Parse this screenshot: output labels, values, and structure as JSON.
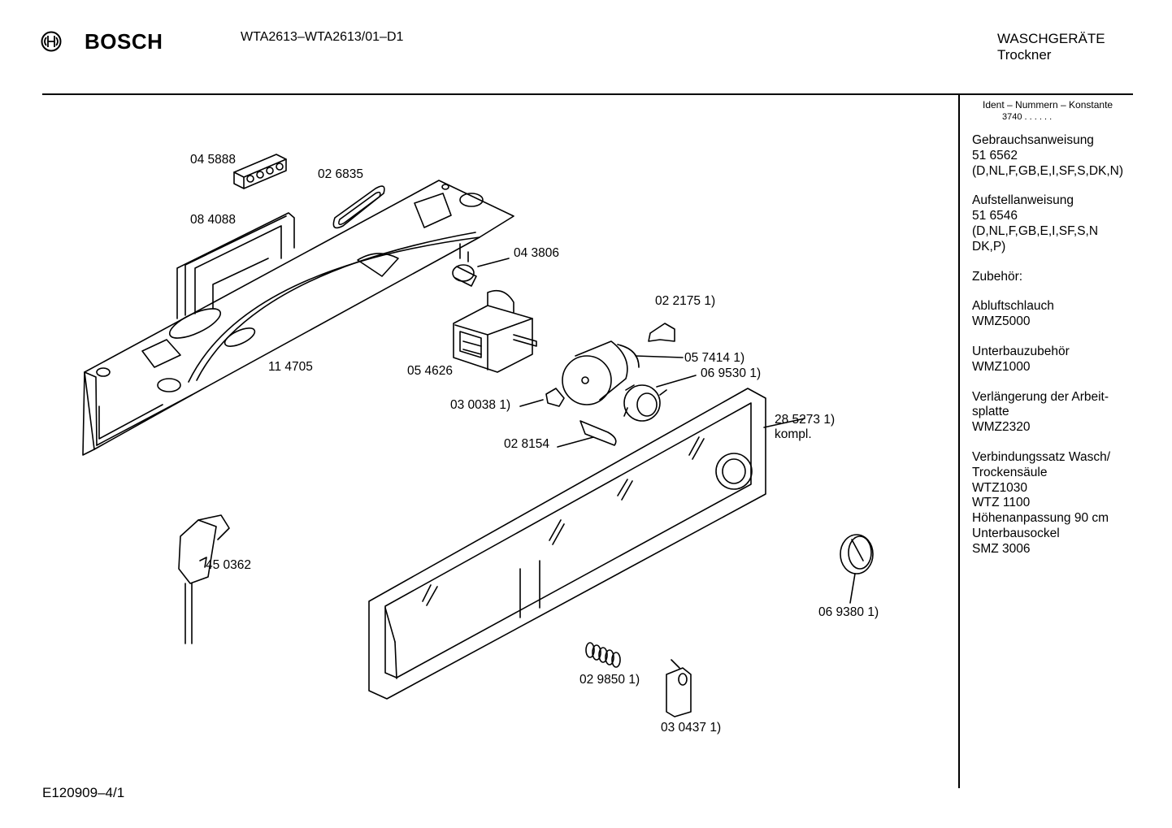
{
  "header": {
    "brand": "BOSCH",
    "model": "WTA2613–WTA2613/01–D1",
    "category": "WASCHGERÄTE",
    "subcategory": "Trockner"
  },
  "sidebar": {
    "ident_title": "Ident – Nummern – Konstante",
    "ident_value": "3740 . .  . . . .",
    "blocks": [
      {
        "lines": [
          "Gebrauchsanweisung",
          "51 6562",
          "(D,NL,F,GB,E,I,SF,S,DK,N)"
        ]
      },
      {
        "lines": [
          "Aufstellanweisung",
          "51 6546",
          "(D,NL,F,GB,E,I,SF,S,N",
          "DK,P)"
        ]
      },
      {
        "lines": [
          "Zubehör:"
        ]
      },
      {
        "lines": [
          "Abluftschlauch",
          "WMZ5000"
        ]
      },
      {
        "lines": [
          "Unterbauzubehör",
          "WMZ1000"
        ]
      },
      {
        "lines": [
          "Verlängerung der Arbeit-",
          "splatte",
          "WMZ2320"
        ]
      },
      {
        "lines": [
          "Verbindungssatz Wasch/",
          "Trockensäule",
          "WTZ1030",
          "WTZ 1100",
          "Höhenanpassung 90 cm",
          "Unterbausockel",
          "SMZ 3006"
        ]
      }
    ]
  },
  "parts": [
    {
      "id": "p045888",
      "label": "04 5888"
    },
    {
      "id": "p026835",
      "label": "02 6835"
    },
    {
      "id": "p084088",
      "label": "08 4088"
    },
    {
      "id": "p043806",
      "label": "04 3806"
    },
    {
      "id": "p022175",
      "label": "02 2175 1)"
    },
    {
      "id": "p057414",
      "label": "05 7414 1)"
    },
    {
      "id": "p069530",
      "label": "06 9530 1)"
    },
    {
      "id": "p114705",
      "label": "11 4705"
    },
    {
      "id": "p054626",
      "label": "05 4626"
    },
    {
      "id": "p030038",
      "label": "03 0038 1)"
    },
    {
      "id": "p285273",
      "label": "28 5273 1)"
    },
    {
      "id": "p285273k",
      "label": "kompl."
    },
    {
      "id": "p028154",
      "label": "02 8154"
    },
    {
      "id": "p450362",
      "label": "45 0362"
    },
    {
      "id": "p069380",
      "label": "06 9380 1)"
    },
    {
      "id": "p029850",
      "label": "02 9850 1)"
    },
    {
      "id": "p030437",
      "label": "03 0437 1)"
    }
  ],
  "footer": {
    "code": "E120909–4/1"
  }
}
